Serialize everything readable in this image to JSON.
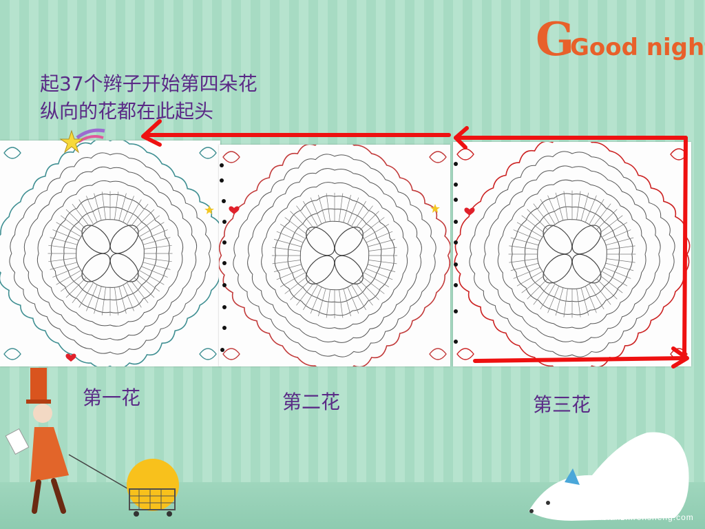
{
  "slide": {
    "goodnight_text": "Good night",
    "instruction_line_1": "起37个辫子开始第四朵花",
    "instruction_line_2": "纵向的花都在此起头",
    "flowers": [
      {
        "label": "第一花",
        "edge_color": "#3f8f92"
      },
      {
        "label": "第二花",
        "edge_color": "#c23a3a"
      },
      {
        "label": "第三花",
        "edge_color": "#cc2222"
      }
    ],
    "arrow_color": "#ee1111",
    "watermark": "www.bianzhirensheng.com"
  }
}
